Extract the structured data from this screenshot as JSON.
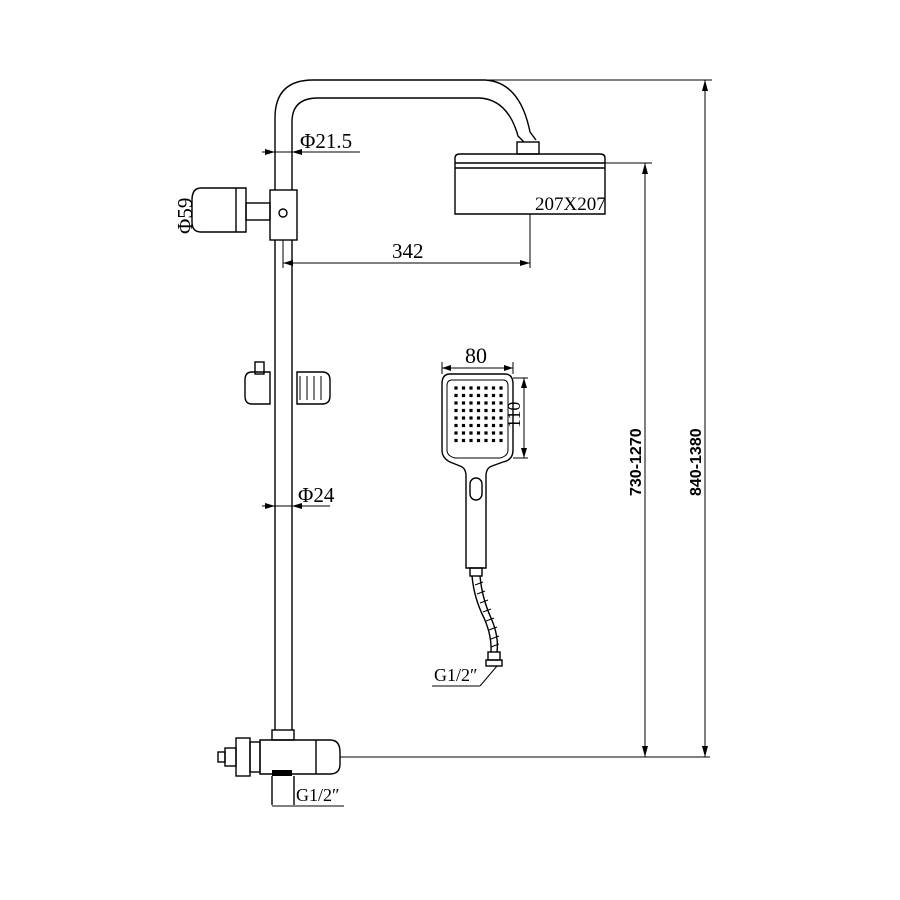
{
  "dimensions": {
    "pipe_top_diameter": "Φ21.5",
    "diverter_diameter": "Φ59",
    "head_reach": "342",
    "head_size": "207X207",
    "handset_width": "80",
    "handset_height": "110",
    "rail_diameter": "Φ24",
    "handset_connection": "G1/2″",
    "inlet_connection": "G1/2″",
    "height_adjust_range": "730-1270",
    "overall_height_range": "840-1380"
  },
  "colors": {
    "line": "#000000",
    "background": "#ffffff"
  }
}
